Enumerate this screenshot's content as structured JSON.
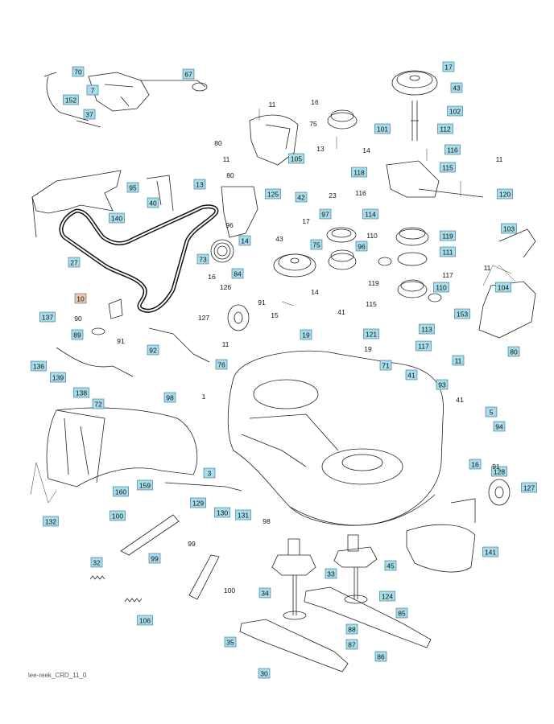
{
  "colors": {
    "callout_fill": "#a9dde9",
    "callout_highlight": "#f0c7ab",
    "line": "#222222"
  },
  "reference_code": "lee-reek_CRD_11_0",
  "callouts": [
    {
      "id": "70",
      "label": "70"
    },
    {
      "id": "67",
      "label": "67"
    },
    {
      "id": "7",
      "label": "7"
    },
    {
      "id": "152",
      "label": "152"
    },
    {
      "id": "37",
      "label": "37"
    },
    {
      "id": "17a",
      "label": "17"
    },
    {
      "id": "43a",
      "label": "43"
    },
    {
      "id": "102",
      "label": "102"
    },
    {
      "id": "112",
      "label": "112"
    },
    {
      "id": "101",
      "label": "101"
    },
    {
      "id": "116a",
      "label": "116"
    },
    {
      "id": "105",
      "label": "105"
    },
    {
      "id": "118",
      "label": "118"
    },
    {
      "id": "115",
      "label": "115"
    },
    {
      "id": "120",
      "label": "120"
    },
    {
      "id": "95",
      "label": "95"
    },
    {
      "id": "140",
      "label": "140"
    },
    {
      "id": "40",
      "label": "40"
    },
    {
      "id": "13",
      "label": "13"
    },
    {
      "id": "125",
      "label": "125"
    },
    {
      "id": "42",
      "label": "42"
    },
    {
      "id": "97",
      "label": "97"
    },
    {
      "id": "114",
      "label": "114"
    },
    {
      "id": "103",
      "label": "103"
    },
    {
      "id": "27",
      "label": "27"
    },
    {
      "id": "119a",
      "label": "119"
    },
    {
      "id": "96",
      "label": "96"
    },
    {
      "id": "75b",
      "label": "75"
    },
    {
      "id": "14a",
      "label": "14"
    },
    {
      "id": "73",
      "label": "73"
    },
    {
      "id": "111",
      "label": "111"
    },
    {
      "id": "84",
      "label": "84"
    },
    {
      "id": "104",
      "label": "104"
    },
    {
      "id": "110",
      "label": "110"
    },
    {
      "id": "10",
      "label": "10",
      "highlight": true
    },
    {
      "id": "137",
      "label": "137"
    },
    {
      "id": "19a",
      "label": "19"
    },
    {
      "id": "153",
      "label": "153"
    },
    {
      "id": "113",
      "label": "113"
    },
    {
      "id": "121",
      "label": "121"
    },
    {
      "id": "117",
      "label": "117"
    },
    {
      "id": "89",
      "label": "89"
    },
    {
      "id": "92",
      "label": "92"
    },
    {
      "id": "80a",
      "label": "80"
    },
    {
      "id": "136",
      "label": "136"
    },
    {
      "id": "76",
      "label": "76"
    },
    {
      "id": "71",
      "label": "71"
    },
    {
      "id": "11c",
      "label": "11"
    },
    {
      "id": "139",
      "label": "139"
    },
    {
      "id": "41a",
      "label": "41"
    },
    {
      "id": "93",
      "label": "93"
    },
    {
      "id": "138",
      "label": "138"
    },
    {
      "id": "98",
      "label": "98"
    },
    {
      "id": "72",
      "label": "72"
    },
    {
      "id": "5",
      "label": "5"
    },
    {
      "id": "94",
      "label": "94"
    },
    {
      "id": "3",
      "label": "3"
    },
    {
      "id": "16b",
      "label": "16"
    },
    {
      "id": "128",
      "label": "128"
    },
    {
      "id": "160",
      "label": "160"
    },
    {
      "id": "159",
      "label": "159"
    },
    {
      "id": "127",
      "label": "127"
    },
    {
      "id": "129",
      "label": "129"
    },
    {
      "id": "130",
      "label": "130"
    },
    {
      "id": "131",
      "label": "131"
    },
    {
      "id": "132",
      "label": "132"
    },
    {
      "id": "100a",
      "label": "100"
    },
    {
      "id": "141",
      "label": "141"
    },
    {
      "id": "99",
      "label": "99"
    },
    {
      "id": "32",
      "label": "32"
    },
    {
      "id": "33",
      "label": "33"
    },
    {
      "id": "45",
      "label": "45"
    },
    {
      "id": "34",
      "label": "34"
    },
    {
      "id": "124",
      "label": "124"
    },
    {
      "id": "106",
      "label": "106"
    },
    {
      "id": "85",
      "label": "85"
    },
    {
      "id": "88",
      "label": "88"
    },
    {
      "id": "87",
      "label": "87"
    },
    {
      "id": "35",
      "label": "35"
    },
    {
      "id": "86",
      "label": "86"
    },
    {
      "id": "30",
      "label": "30"
    }
  ],
  "plain_labels": [
    {
      "id": "p11a",
      "label": "11"
    },
    {
      "id": "p16a",
      "label": "16"
    },
    {
      "id": "p75a",
      "label": "75"
    },
    {
      "id": "p13a",
      "label": "13"
    },
    {
      "id": "p14b",
      "label": "14"
    },
    {
      "id": "p80b",
      "label": "80"
    },
    {
      "id": "p11b",
      "label": "11"
    },
    {
      "id": "p80c",
      "label": "80"
    },
    {
      "id": "p116b",
      "label": "116"
    },
    {
      "id": "p11d",
      "label": "11"
    },
    {
      "id": "p23",
      "label": "23"
    },
    {
      "id": "p17b",
      "label": "17"
    },
    {
      "id": "p96b",
      "label": "96"
    },
    {
      "id": "p43b",
      "label": "43"
    },
    {
      "id": "p16c",
      "label": "16"
    },
    {
      "id": "p110b",
      "label": "110"
    },
    {
      "id": "p11e",
      "label": "11"
    },
    {
      "id": "p14c",
      "label": "14"
    },
    {
      "id": "p119b",
      "label": "119"
    },
    {
      "id": "p117b",
      "label": "117"
    },
    {
      "id": "p126a",
      "label": "126"
    },
    {
      "id": "p127a",
      "label": "127"
    },
    {
      "id": "p91a",
      "label": "91"
    },
    {
      "id": "p15",
      "label": "15"
    },
    {
      "id": "p41b",
      "label": "41"
    },
    {
      "id": "p115b",
      "label": "115"
    },
    {
      "id": "p90",
      "label": "90"
    },
    {
      "id": "p91b",
      "label": "91"
    },
    {
      "id": "p11f",
      "label": "11"
    },
    {
      "id": "p19b",
      "label": "19"
    },
    {
      "id": "p41c",
      "label": "41"
    },
    {
      "id": "p1",
      "label": "1"
    },
    {
      "id": "p91c",
      "label": "91"
    },
    {
      "id": "p98b",
      "label": "98"
    },
    {
      "id": "p99b",
      "label": "99"
    },
    {
      "id": "p100b",
      "label": "100"
    }
  ]
}
